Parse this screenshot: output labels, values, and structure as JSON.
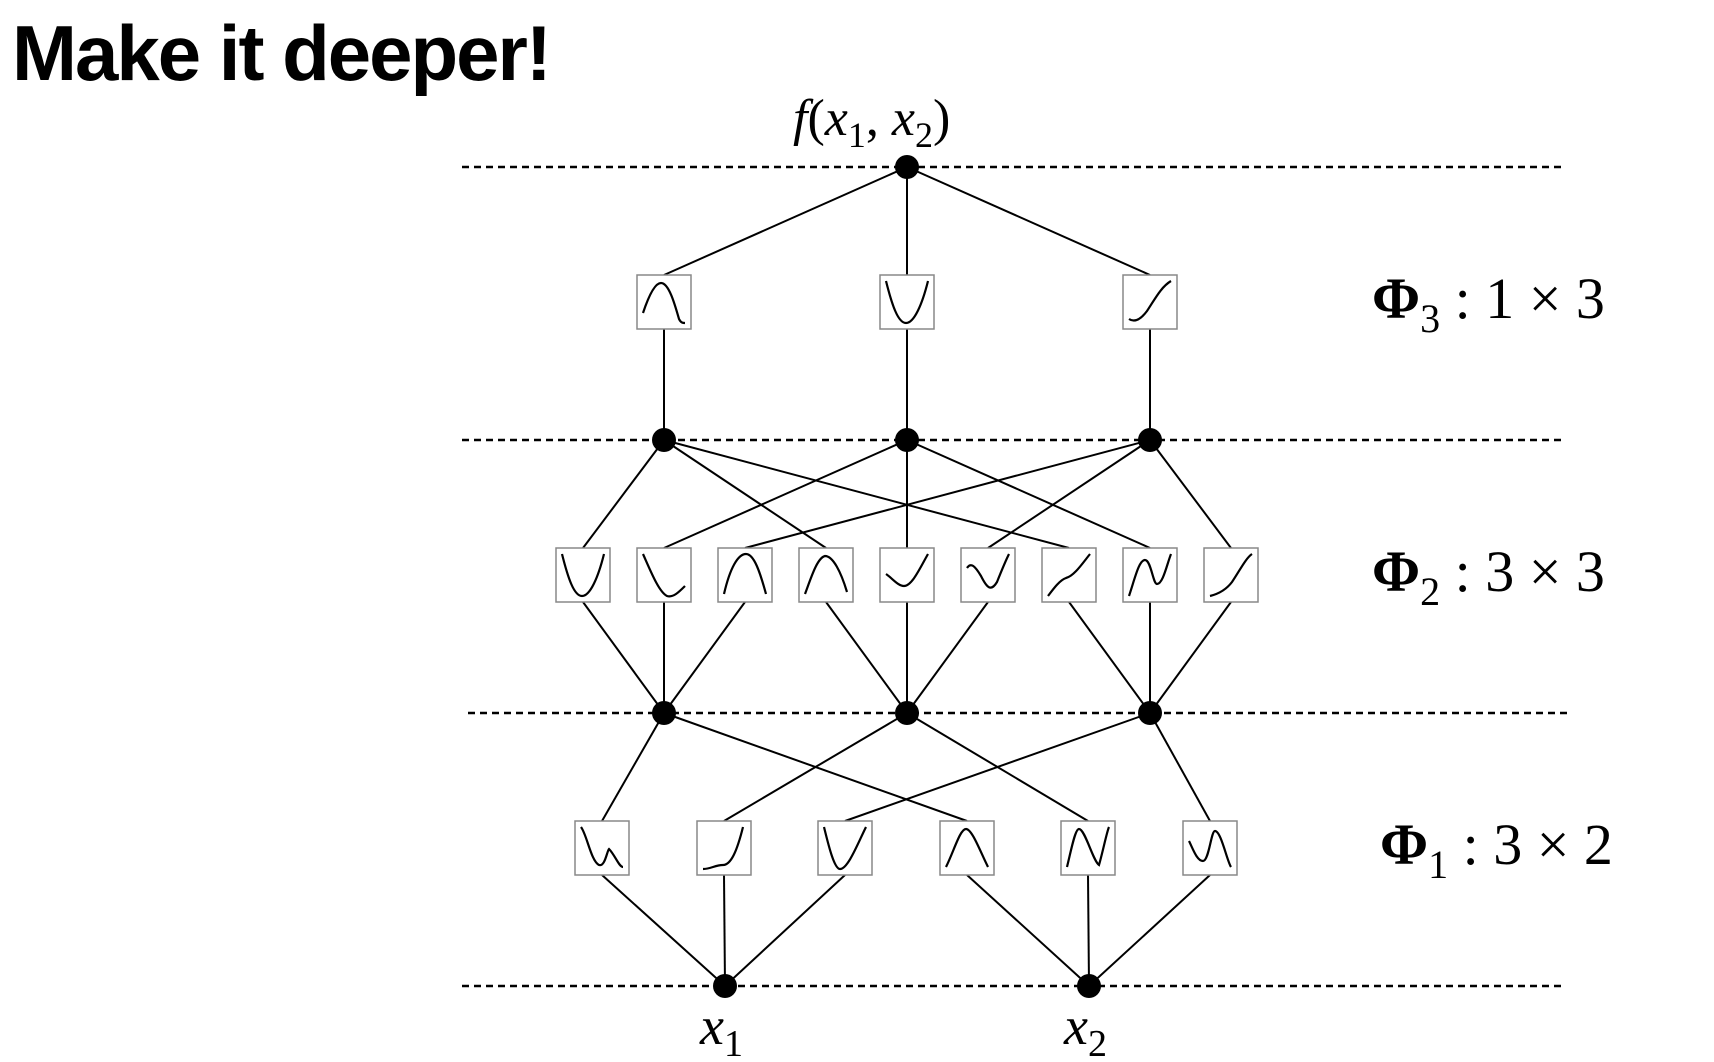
{
  "title": "Make it deeper!",
  "output_label": {
    "f": "f",
    "open": "(",
    "x1": "x",
    "x1_sub": "1",
    "comma": ", ",
    "x2": "x",
    "x2_sub": "2",
    "close": ")"
  },
  "input_labels": [
    {
      "var": "x",
      "sub": "1"
    },
    {
      "var": "x",
      "sub": "2"
    }
  ],
  "layers": [
    {
      "symbol": "Φ",
      "sub": "3",
      "dims": " : 1 × 3"
    },
    {
      "symbol": "Φ",
      "sub": "2",
      "dims": " : 3 × 3"
    },
    {
      "symbol": "Φ",
      "sub": "1",
      "dims": " : 3 × 2"
    }
  ],
  "colors": {
    "ink": "#000000",
    "box_border": "#888888"
  }
}
